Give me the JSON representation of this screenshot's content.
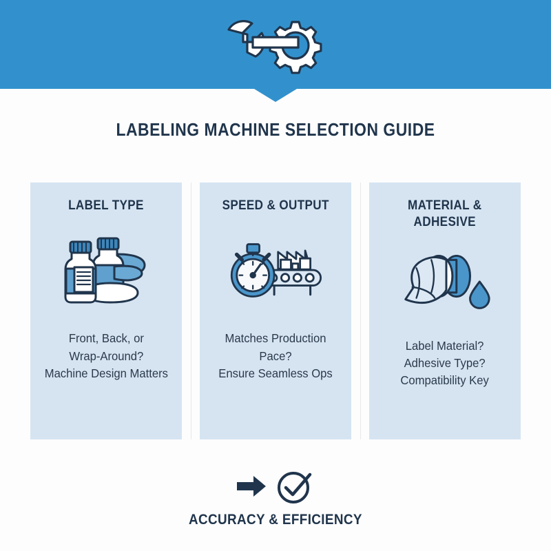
{
  "colors": {
    "banner_blue": "#3291cd",
    "card_bg": "#d6e4f2",
    "ink_navy": "#20354c",
    "body_text": "#2b3a4a",
    "icon_blue": "#4a96cb",
    "icon_light": "#dce9f5",
    "page_bg": "#fdfdfd"
  },
  "header": {
    "icon": "wrench-gear-icon",
    "notch": "triangle-pointer"
  },
  "title": "LABELING MACHINE SELECTION GUIDE",
  "cards": [
    {
      "title": "LABEL TYPE",
      "icon": "bottles-label-wrap-icon",
      "body": "Front, Back, or\nWrap-Around?\nMachine Design Matters"
    },
    {
      "title": "SPEED & OUTPUT",
      "icon": "stopwatch-conveyor-icon",
      "body": "Matches Production Pace?\nEnsure Seamless Ops"
    },
    {
      "title": "MATERIAL &\nADHESIVE",
      "icon": "label-roll-droplet-icon",
      "body": "Label Material?\nAdhesive Type?\nCompatibility Key"
    }
  ],
  "footer": {
    "arrow_icon": "right-arrow-icon",
    "check_icon": "circle-check-icon",
    "label": "ACCURACY & EFFICIENCY"
  }
}
